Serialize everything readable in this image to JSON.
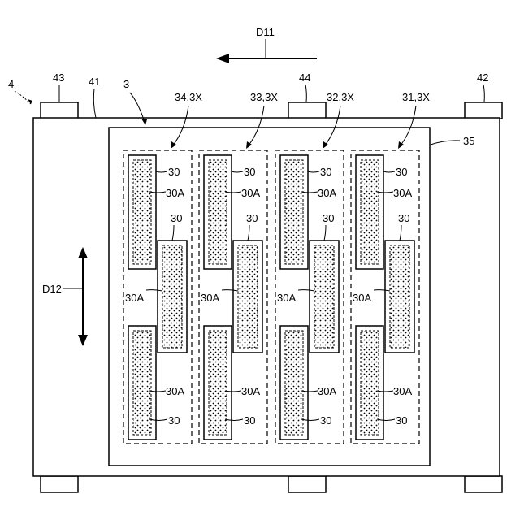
{
  "labels": {
    "d11": "D11",
    "d12": "D12",
    "ref_4": "4",
    "ref_43": "43",
    "ref_41": "41",
    "ref_3": "3",
    "ref_44": "44",
    "ref_42": "42",
    "ref_35": "35"
  },
  "groups": [
    {
      "label": "34,3X"
    },
    {
      "label": "33,3X"
    },
    {
      "label": "32,3X"
    },
    {
      "label": "31,3X"
    }
  ],
  "element_labels": {
    "top_30": "30",
    "top_30a": "30A",
    "mid_30": "30",
    "mid_30a": "30A",
    "bot_30a": "30A",
    "bot_30": "30"
  }
}
